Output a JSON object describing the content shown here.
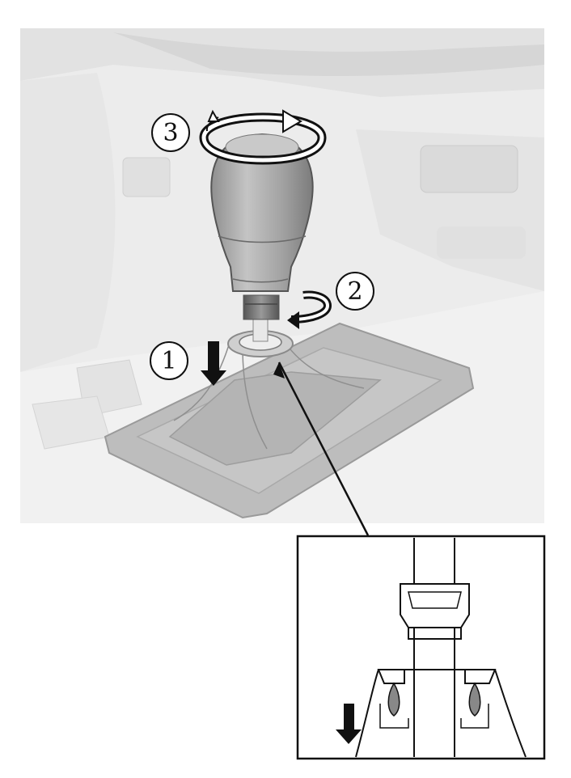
{
  "steps": [
    {
      "number": "1",
      "action": "press-down"
    },
    {
      "number": "2",
      "action": "turn"
    },
    {
      "number": "3",
      "action": "rotate"
    }
  ],
  "colors": {
    "background": "#ffffff",
    "interior_light": "#ececec",
    "interior_mid": "#dcdcdc",
    "boot_gray": "#b9b9b9",
    "knob_gray": "#a6a6a6",
    "collar_dark": "#6f6f6f",
    "line_dark": "#111111"
  },
  "icons": [
    "down-arrow-icon",
    "turn-arrow-icon",
    "rotate-arrow-icon"
  ]
}
